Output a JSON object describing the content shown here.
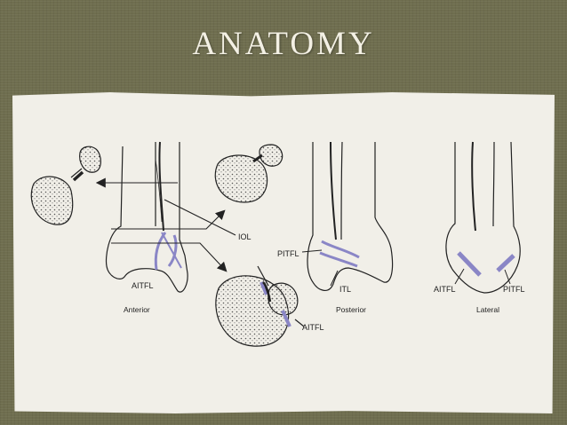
{
  "slide": {
    "title": "ANATOMY"
  },
  "figure": {
    "labels": {
      "iol": "IOL",
      "aitfl_anterior": "AITFL",
      "aitfl_cross": "AITFL",
      "pitfl": "PITFL",
      "itl": "ITL",
      "aitfl_lateral": "AITFL",
      "pitfl_lateral": "PITFL"
    },
    "views": {
      "anterior": "Anterior",
      "posterior": "Posterior",
      "lateral": "Lateral"
    }
  },
  "colors": {
    "background": "#6f6e4f",
    "paper": "#f1efe8",
    "ligament": "#8a86c6",
    "line": "#222222"
  }
}
